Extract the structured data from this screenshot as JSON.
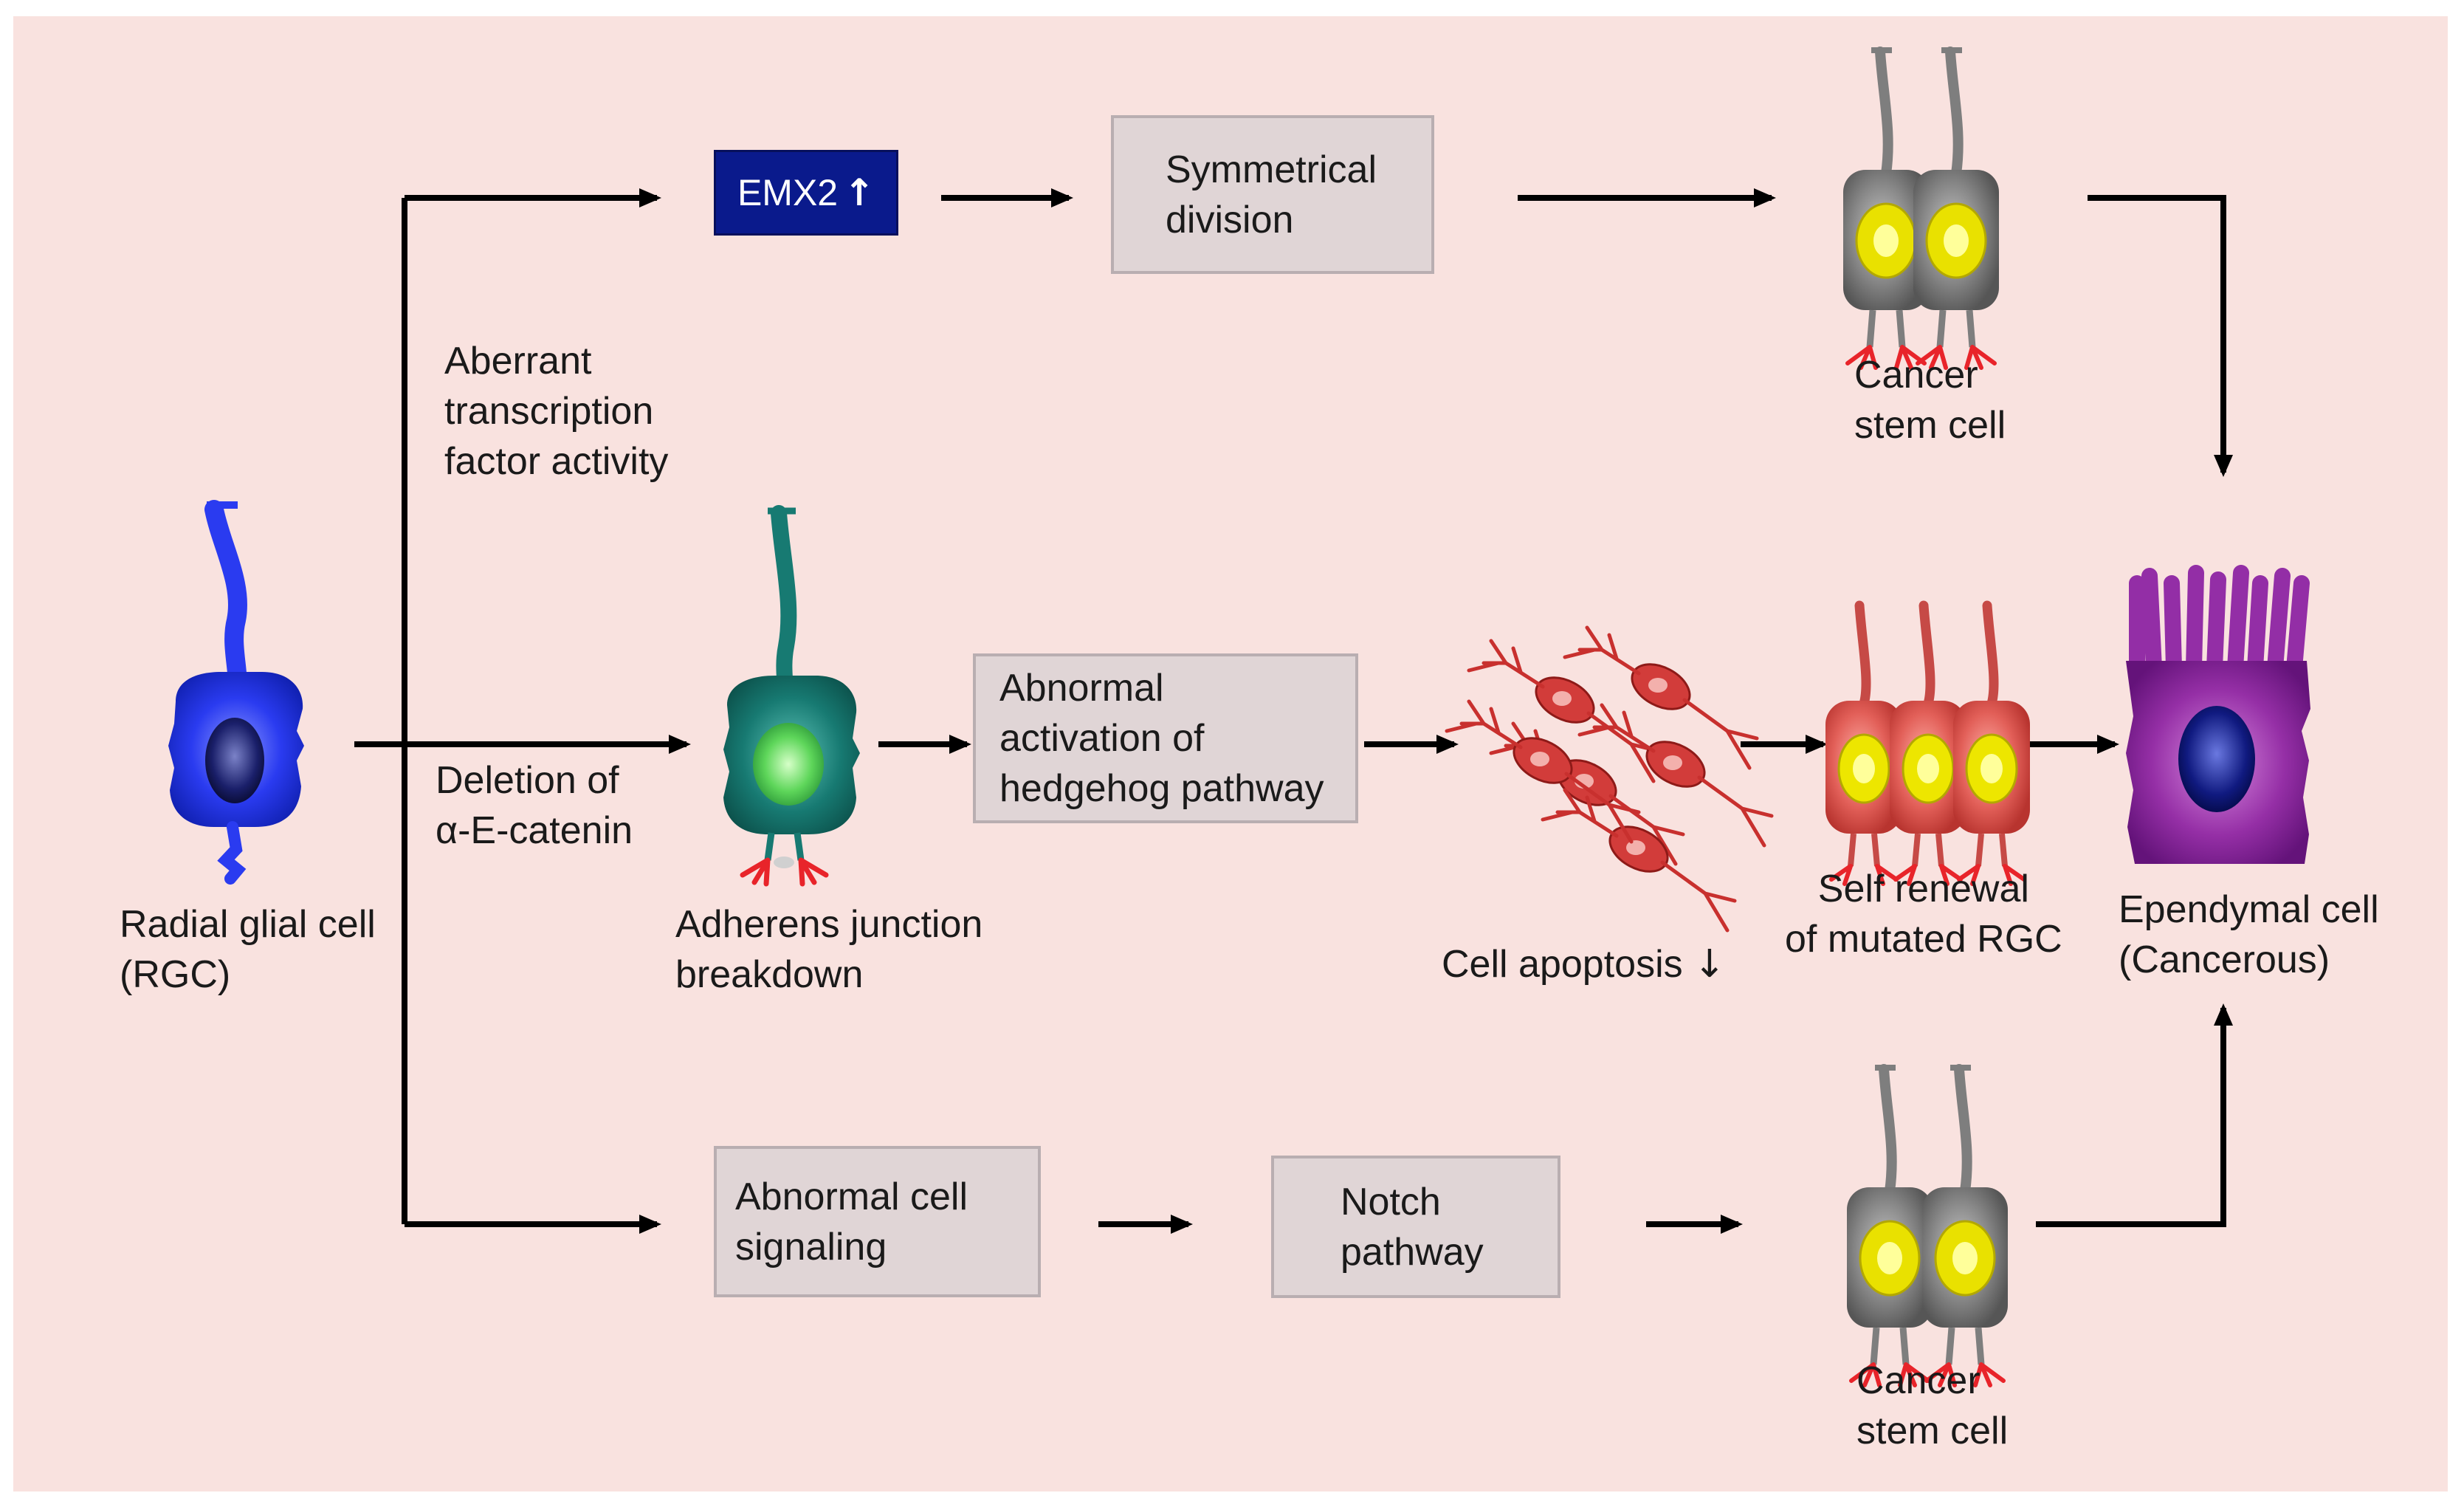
{
  "labels": {
    "rgc": "Radial glial cell\n(RGC)",
    "aberrant": "Aberrant\ntranscription\nfactor activity",
    "deletion": "Deletion of\nα-E-catenin",
    "adherens": "Adherens junction\nbreakdown",
    "apoptosis": "Cell apoptosis",
    "self_renewal": "Self renewal\nof mutated RGC",
    "ependymal": "Ependymal cell\n(Cancerous)",
    "cancer_stem_top": "Cancer\nstem cell",
    "cancer_stem_bottom": "Cancer\nstem cell"
  },
  "boxes": {
    "emx2": "EMX2",
    "emx2_arrow": "↑",
    "symmetrical": "Symmetrical\ndivision",
    "hedgehog": "Abnormal\nactivation of\nhedgehog pathway",
    "abnormal_signaling": "Abnormal cell\nsignaling",
    "notch": "Notch\npathway"
  },
  "apoptosis_arrow": "↓",
  "colors": {
    "background": "#f9e2df",
    "process_box": "#e0d5d6",
    "emx2_box": "#0a1a8c",
    "rgc_cell": "#2233e0",
    "adherens_cell": "#1a7f78",
    "stem_cell": "#8c8c8c",
    "mutated_rgc": "#e05a5a",
    "ependymal_cell": "#8a2a9c",
    "nucleus_yellow": "#f2f000",
    "end_feet": "#e8242a",
    "arrow": "#000000"
  }
}
